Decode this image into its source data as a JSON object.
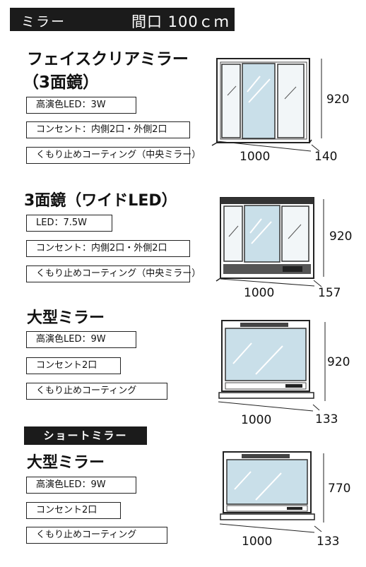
{
  "header": {
    "title": "ミラー",
    "width_label": "間口 100ｃｍ"
  },
  "products": [
    {
      "title": "フェイスクリアミラー",
      "subtitle": "（3面鏡）",
      "specs": [
        "高演色LED：3W",
        "コンセント：内側2口・外側2口",
        "くもり止めコーティング（中央ミラー）"
      ],
      "dims": {
        "height": "920",
        "width": "1000",
        "depth": "140"
      }
    },
    {
      "title": "3面鏡（ワイドLED）",
      "specs": [
        "LED：7.5W",
        "コンセント：内側2口・外側2口",
        "くもり止めコーティング（中央ミラー）"
      ],
      "dims": {
        "height": "920",
        "width": "1000",
        "depth": "157"
      }
    },
    {
      "title": "大型ミラー",
      "specs": [
        "高演色LED：9W",
        "コンセント2口",
        "くもり止めコーティング"
      ],
      "dims": {
        "height": "920",
        "width": "1000",
        "depth": "133"
      }
    },
    {
      "badge": "ショートミラー",
      "title": "大型ミラー",
      "specs": [
        "高演色LED：9W",
        "コンセント2口",
        "くもり止めコーティング"
      ],
      "dims": {
        "height": "770",
        "width": "1000",
        "depth": "133"
      }
    }
  ],
  "colors": {
    "header_bg": "#1b1b1b",
    "mirror_glass": "#c9dfe9",
    "frame": "#2a2a2a"
  }
}
